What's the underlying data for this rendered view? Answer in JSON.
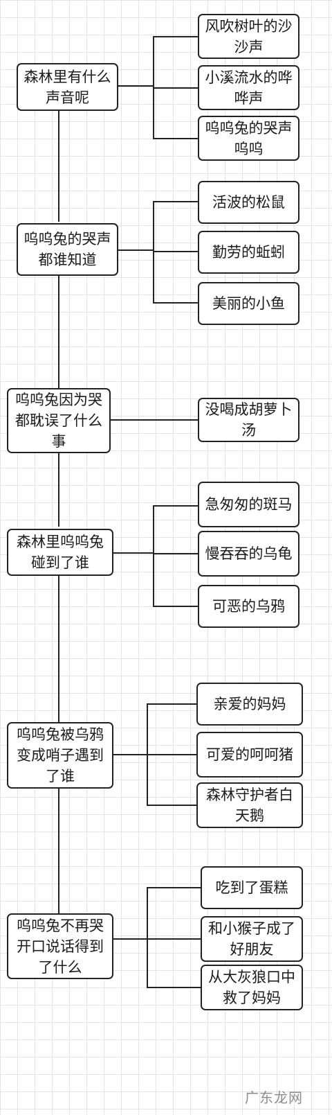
{
  "diagram": {
    "groups": [
      {
        "question": "森林里有什么声音呢",
        "answers": [
          "风吹树叶的沙沙声",
          "小溪流水的哗哗声",
          "呜呜兔的哭声呜呜"
        ]
      },
      {
        "question": "呜呜兔的哭声都谁知道",
        "answers": [
          "活波的松鼠",
          "勤劳的蚯蚓",
          "美丽的小鱼"
        ]
      },
      {
        "question": "呜呜兔因为哭都耽误了什么事",
        "answers": [
          "没喝成胡萝卜汤"
        ]
      },
      {
        "question": "森林里呜呜兔碰到了谁",
        "answers": [
          "急匆匆的斑马",
          "慢吞吞的乌龟",
          "可恶的乌鸦"
        ]
      },
      {
        "question": "呜呜兔被乌鸦变成哨子遇到了谁",
        "answers": [
          "亲爱的妈妈",
          "可爱的呵呵猪",
          "森林守护者白天鹅"
        ]
      },
      {
        "question": "呜呜兔不再哭开口说话得到了什么",
        "answers": [
          "吃到了蛋糕",
          "和小猴子成了好朋友",
          "从大灰狼口中救了妈妈"
        ]
      }
    ],
    "watermark": "广东龙网"
  }
}
